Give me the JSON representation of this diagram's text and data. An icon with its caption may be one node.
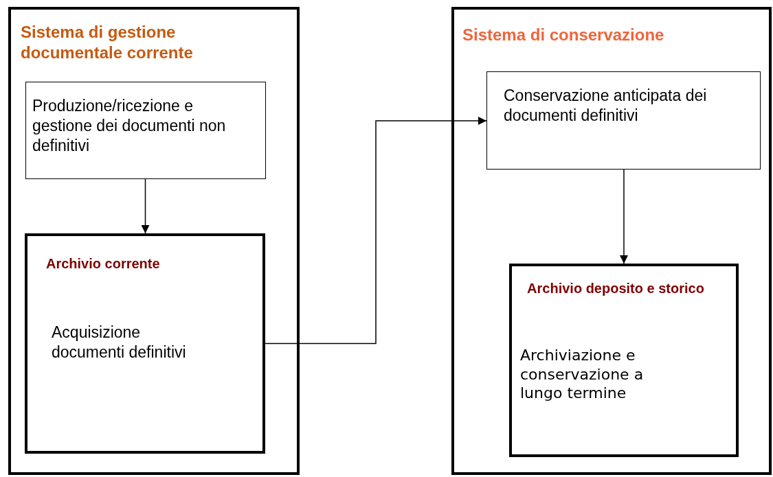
{
  "diagram": {
    "nodes": [
      {
        "text": [
          "Sistema di gestione documentale corrente"
        ]
      },
      {
        "text": [
          "Produzione/ricezione e gestione dei documenti non definitivi"
        ],
        "in": 0
      },
      {
        "text": [
          "Archivio corrente",
          "Acquisizione documenti definitivi"
        ],
        "in": 0
      },
      {
        "text": [
          "Sistema di conservazione"
        ]
      },
      {
        "text": [
          "Conservazione anticipata dei documenti definitivi"
        ],
        "in": 3
      },
      {
        "text": [
          "Archivio deposito e storico",
          "Archiviazione e conservazione a lungo termine"
        ],
        "in": 3
      }
    ],
    "edges": [
      {
        "from": 1,
        "to": 2,
        "arrow": "to"
      },
      {
        "from": 2,
        "to": 4,
        "arrow": "to"
      },
      {
        "from": 4,
        "to": 5,
        "arrow": "to"
      }
    ]
  }
}
